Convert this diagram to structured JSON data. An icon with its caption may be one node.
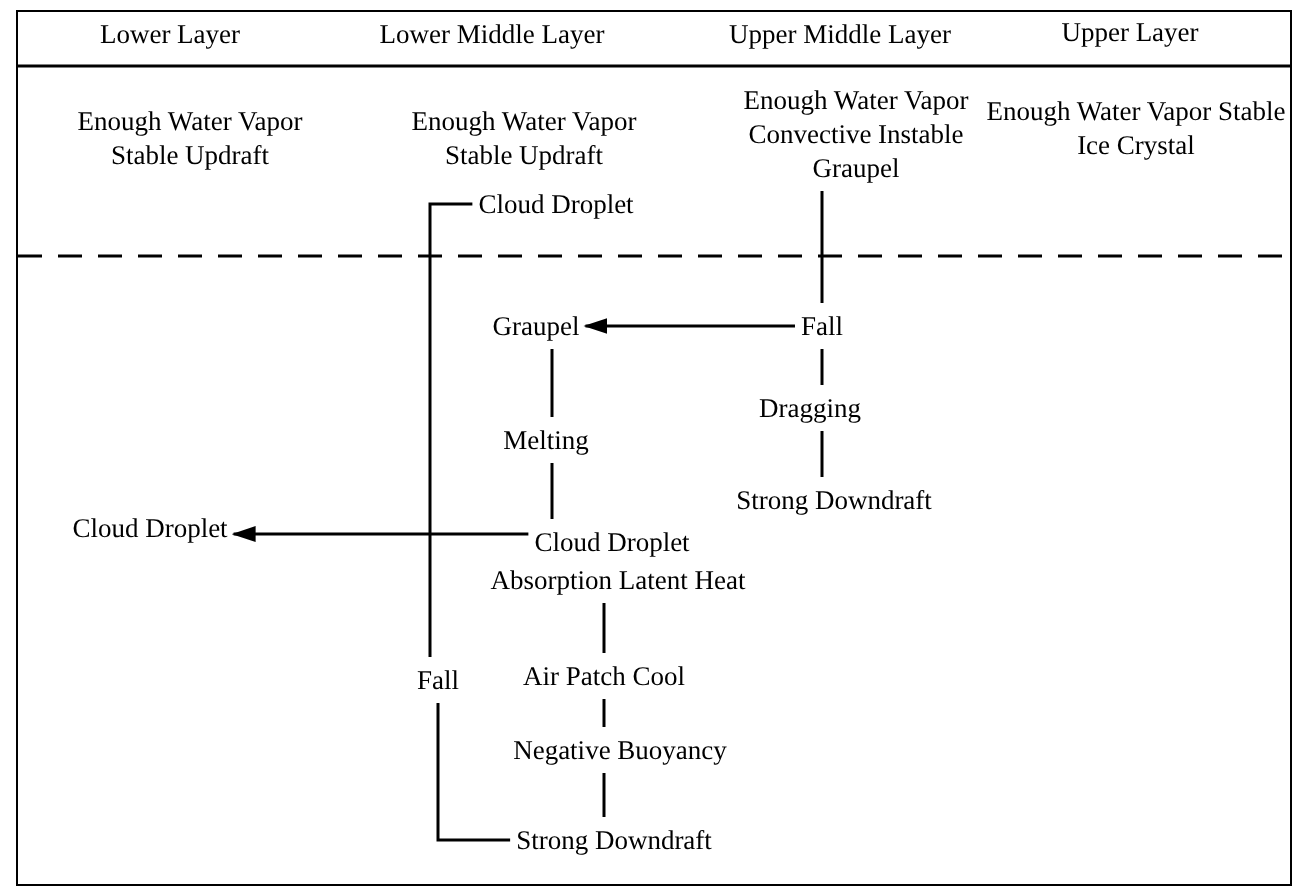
{
  "diagram": {
    "nodes": [
      {
        "text": [
          "Enough Water Vapor Convective Instable Graupel"
        ]
      },
      {
        "text": [
          "Cloud Droplet"
        ]
      },
      {
        "text": [
          "Graupel"
        ]
      },
      {
        "text": [
          "Fall"
        ]
      },
      {
        "text": [
          "Dragging"
        ]
      },
      {
        "text": [
          "Melting"
        ]
      },
      {
        "text": [
          "Strong Downdraft"
        ]
      },
      {
        "text": [
          "Cloud Droplet"
        ]
      },
      {
        "text": [
          "Cloud Droplet"
        ]
      },
      {
        "text": [
          "Absorption Latent Heat"
        ]
      },
      {
        "text": [
          "Fall"
        ]
      },
      {
        "text": [
          "Air Patch Cool"
        ]
      },
      {
        "text": [
          "Negative Buoyancy"
        ]
      },
      {
        "text": [
          "Strong Downdraft"
        ]
      }
    ],
    "edges": [
      {
        "from": 0,
        "to": 3,
        "arrow": "none"
      },
      {
        "from": 3,
        "to": 2,
        "arrow": "to"
      },
      {
        "from": 3,
        "to": 4,
        "arrow": "none"
      },
      {
        "from": 4,
        "to": 6,
        "arrow": "none"
      },
      {
        "from": 2,
        "to": 5,
        "arrow": "none"
      },
      {
        "from": 5,
        "to": 8,
        "arrow": "none"
      },
      {
        "from": 8,
        "to": 7,
        "arrow": "to"
      },
      {
        "from": 9,
        "to": 11,
        "arrow": "none"
      },
      {
        "from": 11,
        "to": 12,
        "arrow": "none"
      },
      {
        "from": 12,
        "to": 13,
        "arrow": "none"
      },
      {
        "from": 1,
        "to": 10,
        "arrow": "none"
      },
      {
        "from": 10,
        "to": 13,
        "arrow": "none"
      }
    ],
    "labels": [
      "Lower Layer",
      "Lower Middle Layer",
      "Upper Middle Layer",
      "Upper Layer",
      "Enough Water Vapor Stable Updraft",
      "Enough Water Vapor Stable Updraft",
      "Enough Water Vapor Stable Ice Crystal"
    ]
  }
}
